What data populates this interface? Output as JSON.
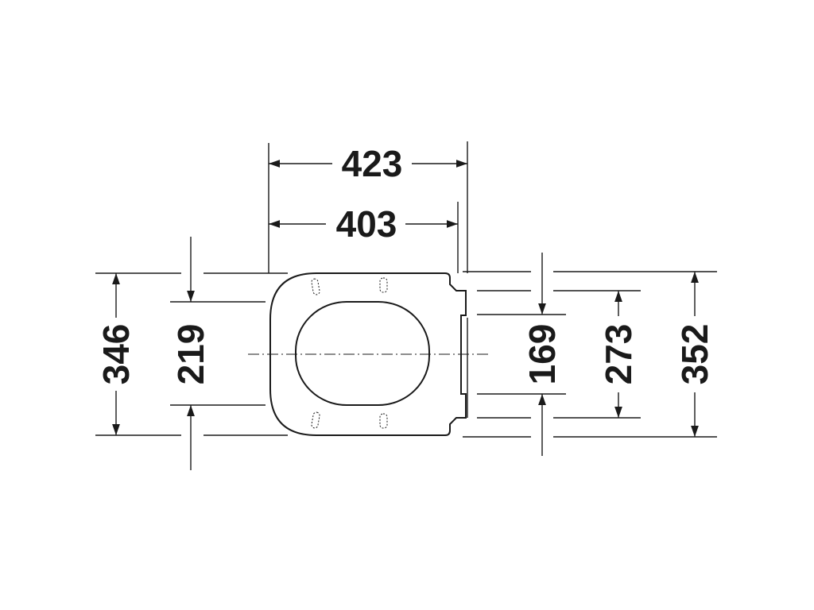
{
  "dimensions": {
    "top_outer": "423",
    "top_inner": "403",
    "left_outer": "346",
    "left_inner": "219",
    "right_inner": "169",
    "right_middle": "273",
    "right_outer": "352"
  }
}
